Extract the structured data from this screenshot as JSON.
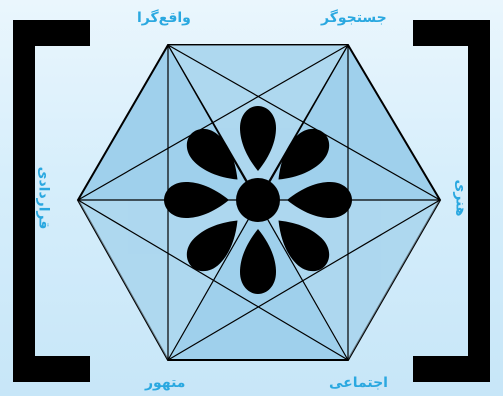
{
  "labels": {
    "top_left": "واقع‌گرا",
    "top_right": "جستجوگر",
    "left": "قراردادی",
    "right": "هنری",
    "bottom_left": "متهور",
    "bottom_right": "اجتماعی"
  },
  "colors": {
    "hexagon_fill": "#9fd0ec",
    "hexagon_stroke": "#000000",
    "label_color": "#2aa8e0",
    "flower_fill": "#000000",
    "bracket_color": "#000000"
  },
  "flower": {
    "petals": 8,
    "center": "circle"
  }
}
